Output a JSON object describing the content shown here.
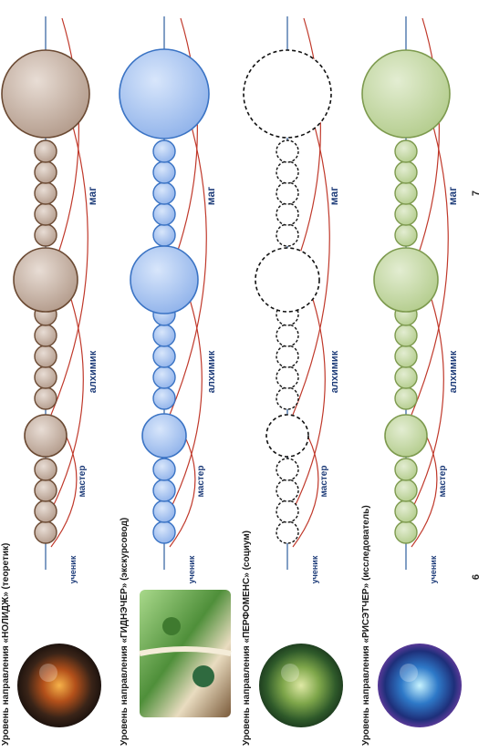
{
  "rows": [
    {
      "title": "Уровень направления «НОЛИДЖ» (теоретик)",
      "style": "brown",
      "colors": {
        "fill": "#cbb9ad",
        "stroke": "#6b4a33",
        "arc": "#c0392b",
        "axis": "#2e5f9e"
      },
      "image_icon": "fire-globe-image",
      "labels": {
        "uchenik": "ученик",
        "master": "мастер",
        "alkhimik": "алхимик",
        "mag": "маг"
      }
    },
    {
      "title": "Уровень направления «ГИДНЭЧЕР» (экскурсовод)",
      "style": "blue",
      "colors": {
        "fill": "#aac6f0",
        "stroke": "#3a73c4",
        "arc": "#c0392b",
        "axis": "#2e5f9e"
      },
      "image_icon": "nature-book-image",
      "labels": {
        "uchenik": "ученик",
        "master": "мастер",
        "alkhimik": "алхимик",
        "mag": "маг"
      }
    },
    {
      "title": "Уровень направления «ПЕРФОМЕНС» (социум)",
      "style": "dashed",
      "colors": {
        "fill": "#ffffff",
        "stroke": "#111111",
        "arc": "#c0392b",
        "axis": "#2e5f9e"
      },
      "image_icon": "tree-globe-image",
      "labels": {
        "uchenik": "ученик",
        "master": "мастер",
        "alkhimik": "алхимик",
        "mag": "маг"
      }
    },
    {
      "title": "Уровень направления «РИСЭТЧЕР» (исследователь)",
      "style": "green",
      "colors": {
        "fill": "#c6d9a8",
        "stroke": "#7d9a4e",
        "arc": "#c0392b",
        "axis": "#2e5f9e"
      },
      "image_icon": "fairy-globe-image",
      "labels": {
        "uchenik": "ученик",
        "master": "мастер",
        "alkhimik": "алхимик",
        "mag": "маг"
      }
    }
  ],
  "page_numbers": {
    "left": "6",
    "right": "7"
  }
}
